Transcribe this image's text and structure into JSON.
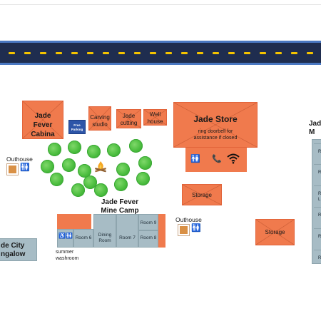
{
  "road": {
    "color": "#1f2d4f",
    "edge_color": "#4a78c2",
    "dash_color": "#f5c400"
  },
  "buildings": {
    "jade_fever_cabina": "Jade Fever Cabina",
    "free_parking": "Free Parking",
    "carving_studio": "Carving studio",
    "jade_cutting": "Jade cutting",
    "well_house": "Well house",
    "jade_store": {
      "title": "Jade Store",
      "note": "ring doorbell for assistance if closed"
    },
    "storage_1": "Storage",
    "storage_2": "Storage",
    "jade_fever_mine_camp": "Jade Fever Mine Camp",
    "outhouse_left": "Outhouse",
    "outhouse_right": "Outhouse",
    "jade_city_bungalow": "de City ngalow",
    "jade_right_partial": "Jad M"
  },
  "rooms": {
    "room6": "Room 6",
    "dining": "Dining Room",
    "room7": "Room 7",
    "room8": "Room 8",
    "room9": "Room 9",
    "summer_washroom": "summer washroom"
  },
  "right_rooms": [
    "R",
    "R",
    "R L",
    "R",
    "R",
    "R"
  ],
  "icons": [
    "campfire-icon",
    "toilet-icon",
    "phone-icon",
    "wifi-icon",
    "wheelchair-icon"
  ],
  "colors": {
    "building": "#f07a4d",
    "rooms": "#a7bcc5",
    "bush": "#4bbd3e",
    "outhouse": "#d99045",
    "parking": "#2d55a8"
  }
}
